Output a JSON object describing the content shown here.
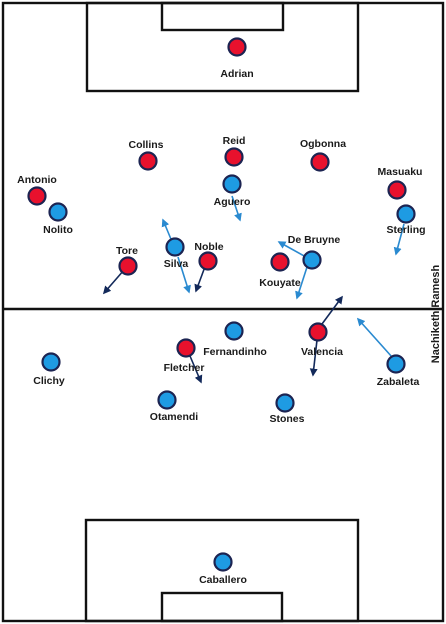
{
  "credit": "Nachiketh Ramesh",
  "colors": {
    "team_red": "#e8112d",
    "team_blue": "#1e9be3",
    "outline": "#1c2452",
    "arrow_dark": "#13295a",
    "arrow_light": "#2a8ad0",
    "lines": "#111111"
  },
  "players": [
    {
      "name": "Adrian",
      "team": "red"
    },
    {
      "name": "Collins",
      "team": "red"
    },
    {
      "name": "Reid",
      "team": "red"
    },
    {
      "name": "Ogbonna",
      "team": "red"
    },
    {
      "name": "Antonio",
      "team": "red"
    },
    {
      "name": "Masuaku",
      "team": "red"
    },
    {
      "name": "Tore",
      "team": "red"
    },
    {
      "name": "Noble",
      "team": "red"
    },
    {
      "name": "Kouyate",
      "team": "red"
    },
    {
      "name": "Valencia",
      "team": "red"
    },
    {
      "name": "Fletcher",
      "team": "red"
    },
    {
      "name": "Aguero",
      "team": "blue"
    },
    {
      "name": "Nolito",
      "team": "blue"
    },
    {
      "name": "Sterling",
      "team": "blue"
    },
    {
      "name": "Silva",
      "team": "blue"
    },
    {
      "name": "De Bruyne",
      "team": "blue"
    },
    {
      "name": "Fernandinho",
      "team": "blue"
    },
    {
      "name": "Clichy",
      "team": "blue"
    },
    {
      "name": "Zabaleta",
      "team": "blue"
    },
    {
      "name": "Otamendi",
      "team": "blue"
    },
    {
      "name": "Stones",
      "team": "blue"
    },
    {
      "name": "Caballero",
      "team": "blue"
    }
  ]
}
